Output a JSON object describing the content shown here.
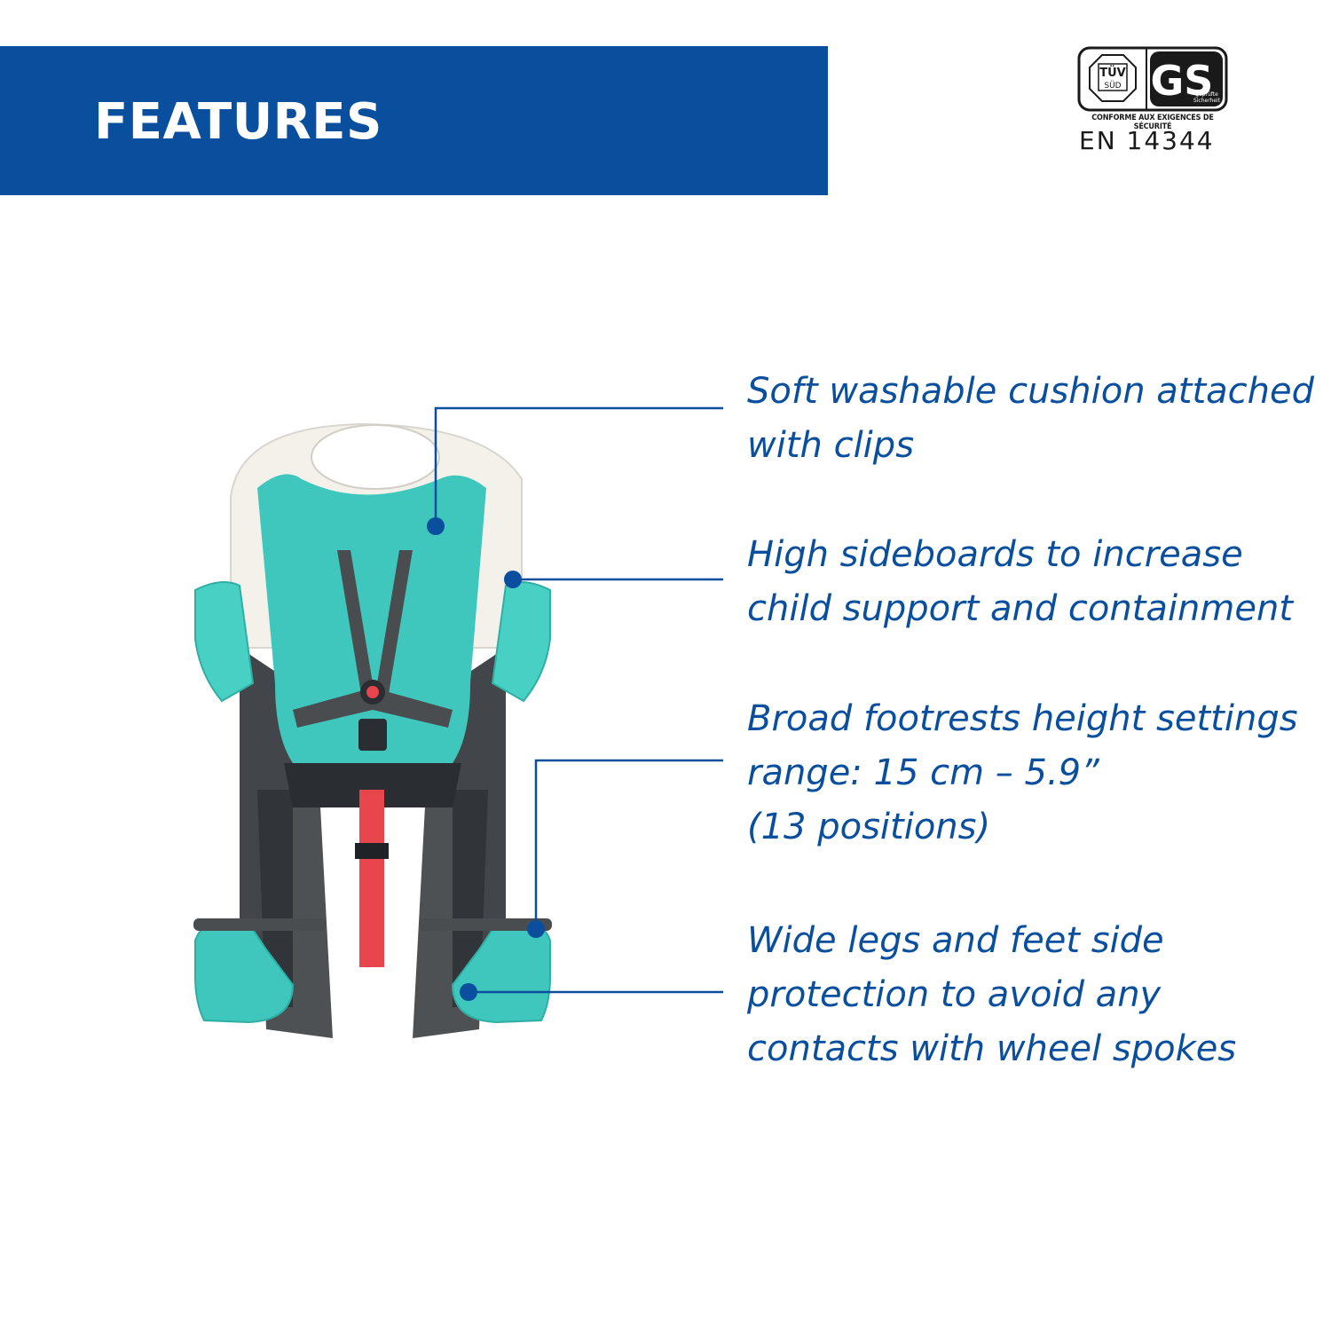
{
  "banner": {
    "title": "FEATURES"
  },
  "certification": {
    "tuv_label": "TÜV",
    "tuv_sub": "SÜD",
    "gs_label": "GS",
    "gs_sub_1": "geprüfte",
    "gs_sub_2": "Sicherheit",
    "conformity_text": "CONFORME AUX EXIGENCES DE SÉCURITÉ",
    "standard": "EN 14344"
  },
  "features": [
    {
      "lines": [
        "Soft washable cushion attached",
        "with clips"
      ]
    },
    {
      "lines": [
        "High sideboards to increase",
        "child support and containment"
      ]
    },
    {
      "lines": [
        "Broad footrests height settings",
        "range: 15 cm – 5.9”",
        "(13 positions)"
      ]
    },
    {
      "lines": [
        "Wide legs and feet side",
        "protection to avoid any",
        "contacts with wheel spokes"
      ]
    }
  ],
  "colors": {
    "brand_blue": "#0a4f9e",
    "seat_turquoise": "#3fc7bd",
    "seat_shell": "#f3f1ea",
    "seat_frame": "#2e3236",
    "strap_red": "#e8454d"
  }
}
